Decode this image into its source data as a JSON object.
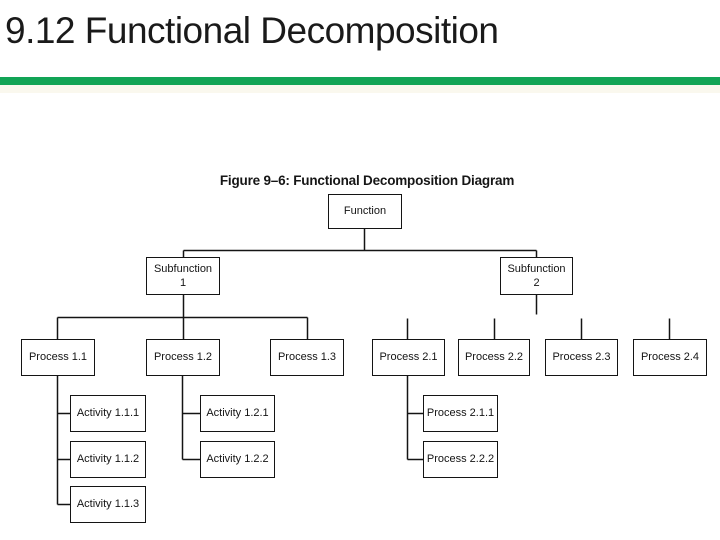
{
  "slide": {
    "title": "9.12 Functional Decomposition",
    "accent_color": "#12a456"
  },
  "figure": {
    "caption": "Figure 9–6: Functional Decomposition Diagram",
    "nodes": {
      "function": "Function",
      "subfunction_1": "Subfunction 1",
      "subfunction_2": "Subfunction 2",
      "process_1_1": "Process 1.1",
      "process_1_2": "Process 1.2",
      "process_1_3": "Process 1.3",
      "process_2_1": "Process 2.1",
      "process_2_2": "Process 2.2",
      "process_2_3": "Process 2.3",
      "process_2_4": "Process 2.4",
      "activity_1_1_1": "Activity 1.1.1",
      "activity_1_1_2": "Activity 1.1.2",
      "activity_1_1_3": "Activity 1.1.3",
      "activity_1_2_1": "Activity 1.2.1",
      "activity_1_2_2": "Activity 1.2.2",
      "process_2_1_1": "Process 2.1.1",
      "process_2_2_2": "Process 2.2.2"
    },
    "hierarchy": {
      "Function": [
        "Subfunction 1",
        "Subfunction 2"
      ],
      "Subfunction 1": [
        "Process 1.1",
        "Process 1.2",
        "Process 1.3"
      ],
      "Subfunction 2": [
        "Process 2.1",
        "Process 2.2",
        "Process 2.3",
        "Process 2.4"
      ],
      "Process 1.1": [
        "Activity 1.1.1",
        "Activity 1.1.2",
        "Activity 1.1.3"
      ],
      "Process 1.2": [
        "Activity 1.2.1",
        "Activity 1.2.2"
      ],
      "Process 2.1": [
        "Process 2.1.1",
        "Process 2.2.2"
      ]
    }
  }
}
